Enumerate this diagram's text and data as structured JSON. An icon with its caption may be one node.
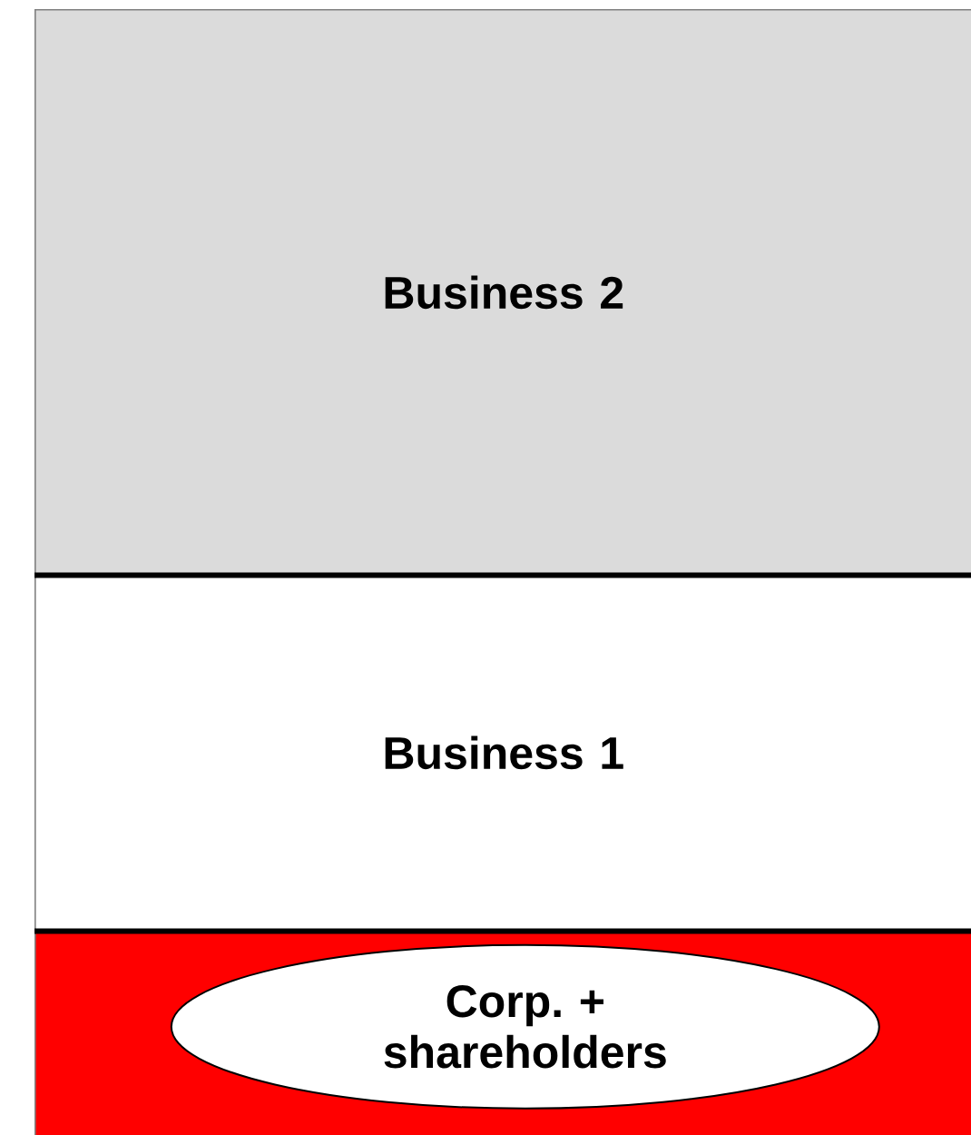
{
  "diagram": {
    "nodes": [
      {
        "text": [
          "Business 2"
        ]
      },
      {
        "text": [
          "Business 1"
        ]
      },
      {
        "text": [],
        "shape": "box"
      },
      {
        "text": [
          "Corp. + shareholders"
        ],
        "in": 2
      }
    ],
    "edges": []
  }
}
